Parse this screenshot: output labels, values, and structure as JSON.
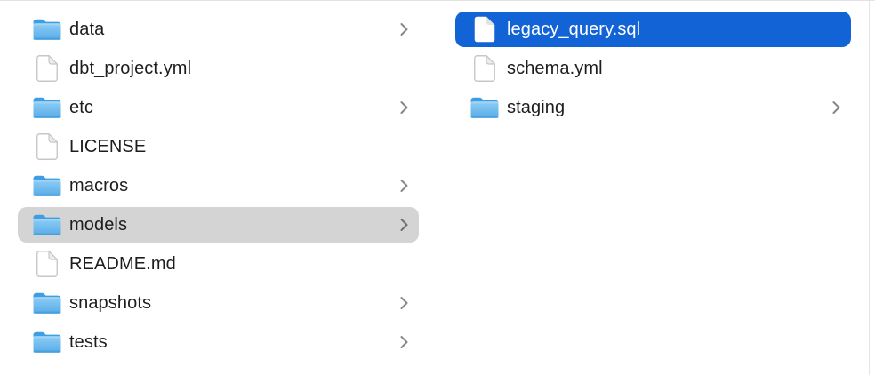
{
  "window": {
    "view": "finder-column-view"
  },
  "colors": {
    "selection_blue": "#1264D6",
    "selection_gray": "#D4D4D4",
    "divider": "#E4E4E4",
    "text": "#1D1D1F",
    "text_selected": "#FFFFFF",
    "chevron_gray": "#86868B",
    "chevron_dark": "#6E6E73",
    "folder_blue_light": "#8ECDF5",
    "folder_blue_dark": "#57ACE8",
    "folder_tab_blue": "#3E9EE4",
    "background": "#FFFFFF"
  },
  "columns": [
    {
      "id": "parent-column",
      "items": [
        {
          "label": "data",
          "type": "folder",
          "chevron": true,
          "selected": "none"
        },
        {
          "label": "dbt_project.yml",
          "type": "file",
          "chevron": false,
          "selected": "none"
        },
        {
          "label": "etc",
          "type": "folder",
          "chevron": true,
          "selected": "none"
        },
        {
          "label": "LICENSE",
          "type": "file",
          "chevron": false,
          "selected": "none"
        },
        {
          "label": "macros",
          "type": "folder",
          "chevron": true,
          "selected": "none"
        },
        {
          "label": "models",
          "type": "folder",
          "chevron": true,
          "selected": "inactive"
        },
        {
          "label": "README.md",
          "type": "file",
          "chevron": false,
          "selected": "none"
        },
        {
          "label": "snapshots",
          "type": "folder",
          "chevron": true,
          "selected": "none"
        },
        {
          "label": "tests",
          "type": "folder",
          "chevron": true,
          "selected": "none"
        }
      ]
    },
    {
      "id": "child-column",
      "items": [
        {
          "label": "legacy_query.sql",
          "type": "file",
          "chevron": false,
          "selected": "active"
        },
        {
          "label": "schema.yml",
          "type": "file",
          "chevron": false,
          "selected": "none"
        },
        {
          "label": "staging",
          "type": "folder",
          "chevron": true,
          "selected": "none"
        }
      ]
    }
  ]
}
